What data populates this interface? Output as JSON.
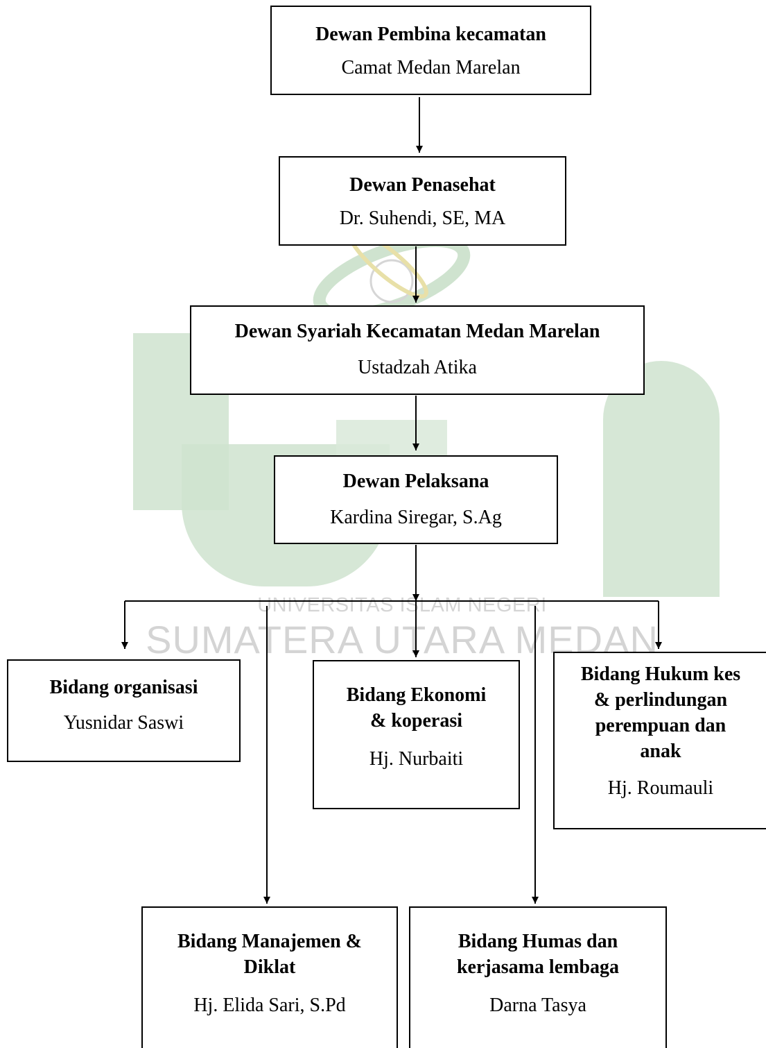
{
  "watermark": {
    "line1": "UNIVERSITAS ISLAM NEGERI",
    "line2": "SUMATERA UTARA MEDAN"
  },
  "nodes": {
    "pembina": {
      "title": "Dewan Pembina kecamatan",
      "person": "Camat Medan Marelan"
    },
    "penasehat": {
      "title": "Dewan Penasehat",
      "person": "Dr. Suhendi, SE, MA"
    },
    "syariah": {
      "title": "Dewan Syariah Kecamatan Medan Marelan",
      "person": "Ustadzah Atika"
    },
    "pelaksana": {
      "title": "Dewan Pelaksana",
      "person": "Kardina Siregar, S.Ag"
    },
    "organisasi": {
      "title": "Bidang organisasi",
      "person": "Yusnidar Saswi"
    },
    "ekonomi": {
      "title_l1": "Bidang Ekonomi",
      "title_l2": "& koperasi",
      "person": "Hj. Nurbaiti"
    },
    "hukum": {
      "title_l1": "Bidang Hukum kes",
      "title_l2": "& perlindungan",
      "title_l3": "perempuan dan",
      "title_l4": "anak",
      "person": "Hj. Roumauli"
    },
    "manajemen": {
      "title_l1": "Bidang Manajemen &",
      "title_l2": "Diklat",
      "person": "Hj. Elida Sari, S.Pd"
    },
    "humas": {
      "title_l1": "Bidang Humas dan",
      "title_l2": "kerjasama lembaga",
      "person": "Darna Tasya"
    }
  }
}
